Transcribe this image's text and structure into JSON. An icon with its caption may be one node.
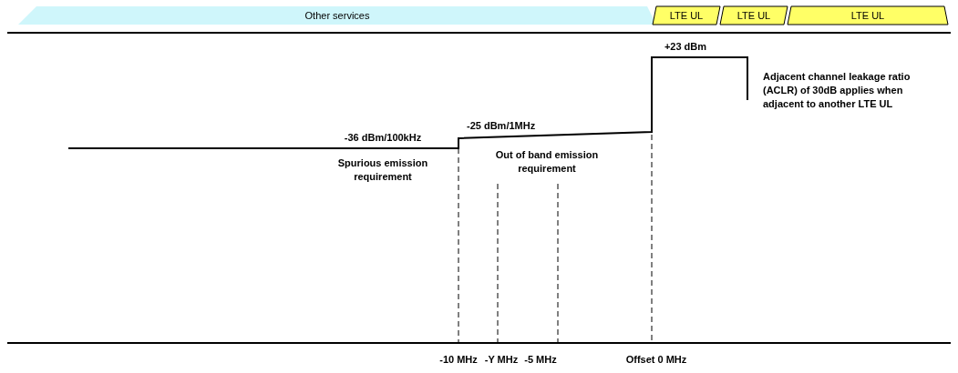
{
  "diagram": {
    "nodes": [
      {
        "text": [
          "Other services"
        ]
      },
      {
        "text": [
          "LTE UL"
        ]
      },
      {
        "text": [
          "LTE UL"
        ]
      },
      {
        "text": [
          "LTE UL"
        ]
      }
    ],
    "labels": [
      "+23 dBm",
      "Adjacent channel leakage ratio (ACLR) of 30dB applies when adjacent to another LTE UL",
      "-36 dBm/100kHz",
      "-25 dBm/1MHz",
      "Spurious emission requirement",
      "Out of band emission requirement",
      "-10 MHz",
      "-Y MHz",
      "-5 MHz",
      "Offset 0 MHz"
    ]
  }
}
